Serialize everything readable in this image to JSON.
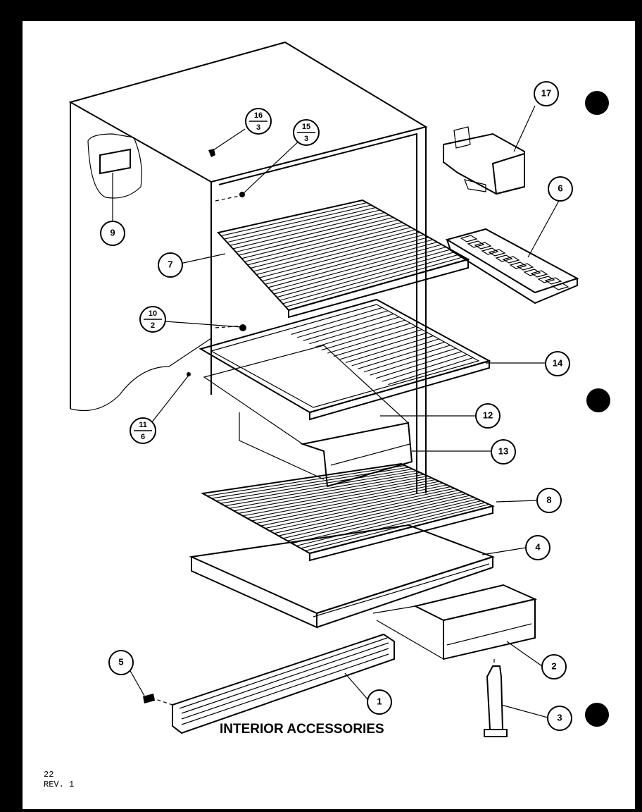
{
  "diagram": {
    "caption": "INTERIOR ACCESSORIES",
    "page_number": "22",
    "revision": "REV. 1",
    "callouts": [
      {
        "id": "c1",
        "label": "1"
      },
      {
        "id": "c2",
        "label": "2"
      },
      {
        "id": "c3",
        "label": "3"
      },
      {
        "id": "c4",
        "label": "4"
      },
      {
        "id": "c5",
        "label": "5"
      },
      {
        "id": "c6",
        "label": "6"
      },
      {
        "id": "c7",
        "label": "7"
      },
      {
        "id": "c8",
        "label": "8"
      },
      {
        "id": "c9",
        "label": "9"
      },
      {
        "id": "c12",
        "label": "12"
      },
      {
        "id": "c13",
        "label": "13"
      },
      {
        "id": "c14",
        "label": "14"
      },
      {
        "id": "c17",
        "label": "17"
      }
    ],
    "fraction_callouts": [
      {
        "id": "f16",
        "top": "16",
        "bottom": "3"
      },
      {
        "id": "f15",
        "top": "15",
        "bottom": "3"
      },
      {
        "id": "f10",
        "top": "10",
        "bottom": "2"
      },
      {
        "id": "f11",
        "top": "11",
        "bottom": "6"
      }
    ]
  }
}
